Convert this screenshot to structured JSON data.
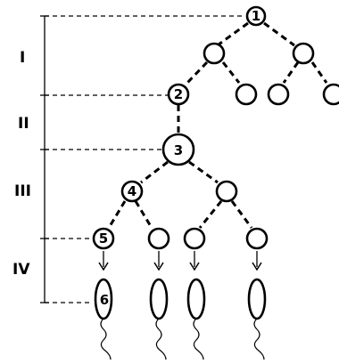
{
  "stages": [
    {
      "id": "stage-1",
      "label": "I"
    },
    {
      "id": "stage-2",
      "label": "II"
    },
    {
      "id": "stage-3",
      "label": "III"
    },
    {
      "id": "stage-4",
      "label": "IV"
    }
  ],
  "cells": [
    {
      "id": "cell-1",
      "label": "1"
    },
    {
      "id": "cell-2",
      "label": "2"
    },
    {
      "id": "cell-3",
      "label": "3"
    },
    {
      "id": "cell-4",
      "label": "4"
    },
    {
      "id": "cell-5",
      "label": "5"
    },
    {
      "id": "cell-6",
      "label": "6"
    }
  ]
}
